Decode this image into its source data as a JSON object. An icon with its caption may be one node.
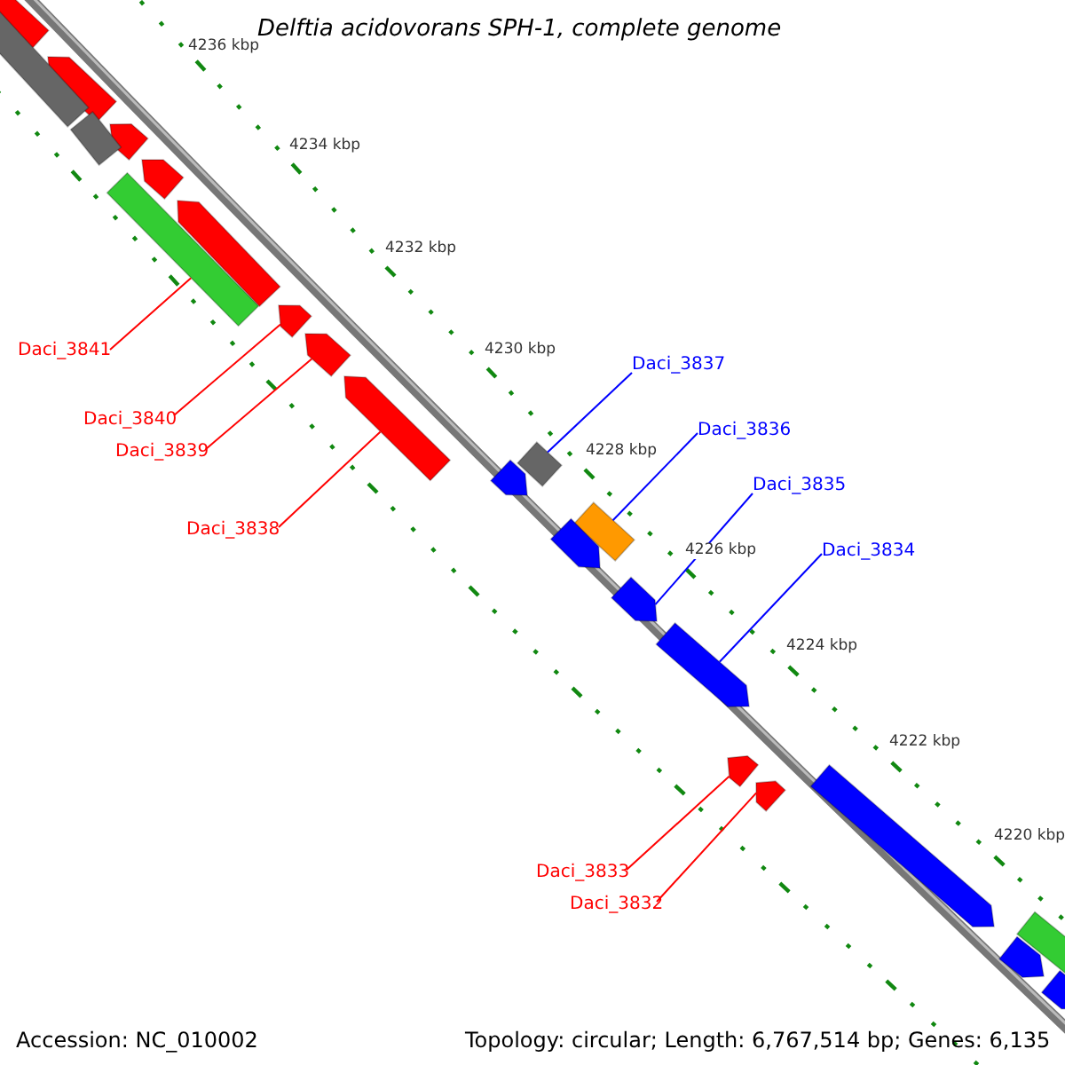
{
  "diagram": {
    "title": "Delftia acidovorans SPH-1, complete genome",
    "nodes": [
      {
        "text": [
          "Daci_3841"
        ]
      },
      {
        "text": [],
        "shape": "bar"
      },
      {
        "text": [
          "Daci_3840"
        ]
      },
      {
        "text": [],
        "shape": "arrow"
      },
      {
        "text": [
          "Daci_3839"
        ]
      },
      {
        "text": [],
        "shape": "arrow"
      },
      {
        "text": [
          "Daci_3838"
        ]
      },
      {
        "text": [],
        "shape": "arrow"
      },
      {
        "text": [
          "Daci_3837"
        ]
      },
      {
        "text": [],
        "shape": "bar"
      },
      {
        "text": [
          "Daci_3836"
        ]
      },
      {
        "text": [],
        "shape": "bar"
      },
      {
        "text": [
          "Daci_3835"
        ]
      },
      {
        "text": [],
        "shape": "arrow"
      },
      {
        "text": [
          "Daci_3834"
        ]
      },
      {
        "text": [],
        "shape": "arrow"
      },
      {
        "text": [
          "Daci_3833"
        ]
      },
      {
        "text": [],
        "shape": "arrow"
      },
      {
        "text": [
          "Daci_3832"
        ]
      },
      {
        "text": [],
        "shape": "arrow"
      },
      {
        "text": [],
        "shape": "arrow"
      },
      {
        "text": [],
        "shape": "arrow"
      },
      {
        "text": [],
        "shape": "arrow"
      },
      {
        "text": [],
        "shape": "arrow"
      },
      {
        "text": [],
        "shape": "arrow"
      },
      {
        "text": [],
        "shape": "bar"
      },
      {
        "text": [],
        "shape": "bar"
      },
      {
        "text": [],
        "shape": "arrow"
      },
      {
        "text": [],
        "shape": "arrow"
      },
      {
        "text": [],
        "shape": "arrow"
      },
      {
        "text": [],
        "shape": "arrow"
      },
      {
        "text": [],
        "shape": "arrow"
      },
      {
        "text": [],
        "shape": "bar"
      }
    ],
    "edges": [
      {
        "from": 0,
        "to": 1,
        "arrow": "none"
      },
      {
        "from": 2,
        "to": 3,
        "arrow": "none"
      },
      {
        "from": 4,
        "to": 5,
        "arrow": "none"
      },
      {
        "from": 6,
        "to": 7,
        "arrow": "none"
      },
      {
        "from": 8,
        "to": 9,
        "arrow": "none",
        "color": "#0000ff"
      },
      {
        "from": 10,
        "to": 11,
        "arrow": "none",
        "color": "#0000ff"
      },
      {
        "from": 12,
        "to": 13,
        "arrow": "none",
        "color": "#0000ff"
      },
      {
        "from": 14,
        "to": 15,
        "arrow": "none",
        "color": "#0000ff"
      },
      {
        "from": 16,
        "to": 17,
        "arrow": "none"
      },
      {
        "from": 18,
        "to": 19,
        "arrow": "none"
      }
    ],
    "labels": [
      "4236 kbp",
      "4234 kbp",
      "4232 kbp",
      "4230 kbp",
      "4228 kbp",
      "4226 kbp",
      "4224 kbp",
      "4222 kbp",
      "4220 kbp",
      "Accession: NC_010002",
      "Topology: circular; Length: 6,767,514 bp; Genes: 6,135"
    ]
  }
}
